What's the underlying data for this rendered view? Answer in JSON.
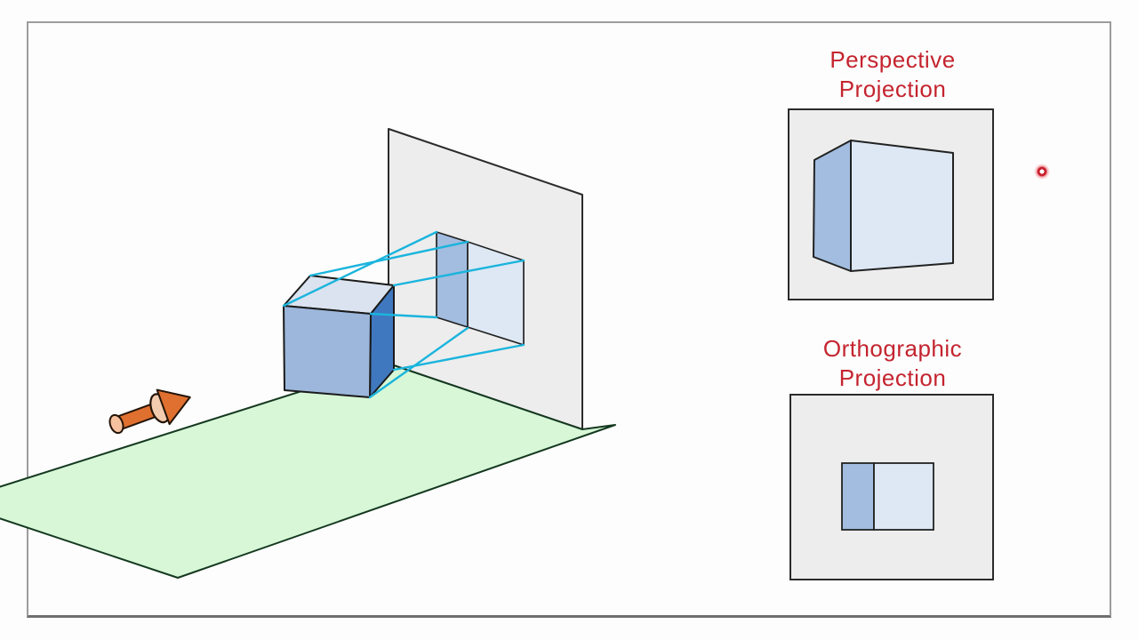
{
  "panels": {
    "perspective": {
      "title_line1": "Perspective",
      "title_line2": "Projection"
    },
    "orthographic": {
      "title_line1": "Orthographic",
      "title_line2": "Projection"
    }
  },
  "icons": {
    "view_arrow": "orange-3d-arrow",
    "pointer": "red-laser-dot"
  },
  "colors": {
    "title-red": "#c4242f",
    "ray-cyan": "#1ab4dd",
    "floor-green": "#d7f7d7",
    "floor-edge": "#14381f",
    "plane-gray": "#ededed",
    "outline-dark": "#1a1a1a",
    "cube-front": "#9cb7db",
    "cube-top": "#dae3ef",
    "cube-right": "#4078bf",
    "face-light": "#dde8f4",
    "face-medium": "#a2bddf",
    "arrow-orange": "#e0702f",
    "arrow-peach": "#f3ccb0",
    "arrow-peach-light": "#f6c19e",
    "frame-border": "#9c9c9c"
  }
}
